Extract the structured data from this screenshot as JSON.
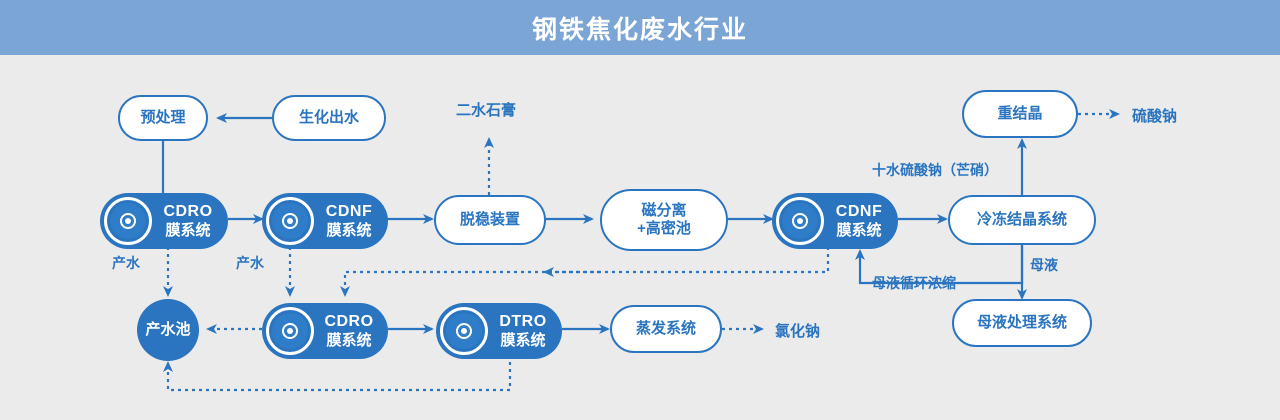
{
  "header": {
    "title": "钢铁焦化废水行业",
    "bg_color": "#7ba5d4",
    "text_color": "#ffffff"
  },
  "theme": {
    "background": "#ebebeb",
    "accent": "#2b75c0",
    "node_fill": "#2b75c0",
    "node_outline_bg": "#ffffff"
  },
  "diagram": {
    "type": "process-flowchart",
    "nodes": [
      {
        "id": "pretreatment",
        "label": "预处理",
        "style": "outline"
      },
      {
        "id": "biochem-effluent",
        "label": "生化出水",
        "style": "outline"
      },
      {
        "id": "gypsum",
        "label": "二水石膏",
        "style": "output-text"
      },
      {
        "id": "cdro-1",
        "code": "CDRO",
        "sub": "膜系统",
        "style": "membrane"
      },
      {
        "id": "cdnf-1",
        "code": "CDNF",
        "sub": "膜系统",
        "style": "membrane"
      },
      {
        "id": "destab",
        "label": "脱稳装置",
        "style": "outline"
      },
      {
        "id": "magsep",
        "label": "磁分离\n+高密池",
        "line1": "磁分离",
        "line2": "+高密池",
        "style": "outline"
      },
      {
        "id": "cdnf-2",
        "code": "CDNF",
        "sub": "膜系统",
        "style": "membrane"
      },
      {
        "id": "freeze-cryst",
        "label": "冷冻结晶系统",
        "style": "outline"
      },
      {
        "id": "recrystallize",
        "label": "重结晶",
        "style": "outline"
      },
      {
        "id": "sodium-sulfate",
        "label": "硫酸钠",
        "style": "output-text"
      },
      {
        "id": "mother-liquor-sys",
        "label": "母液处理系统",
        "style": "outline"
      },
      {
        "id": "product-water-pool",
        "label": "产水池",
        "style": "circle"
      },
      {
        "id": "cdro-2",
        "code": "CDRO",
        "sub": "膜系统",
        "style": "membrane"
      },
      {
        "id": "dtro-1",
        "code": "DTRO",
        "sub": "膜系统",
        "style": "membrane"
      },
      {
        "id": "evaporation",
        "label": "蒸发系统",
        "style": "outline"
      },
      {
        "id": "sodium-chloride",
        "label": "氯化钠",
        "style": "output-text"
      }
    ],
    "edge_labels": [
      {
        "id": "glauber-salt",
        "text": "十水硫酸钠（芒硝）"
      },
      {
        "id": "mother-liquor",
        "text": "母液"
      },
      {
        "id": "mother-liquor-recycle",
        "text": "母液循环浓缩"
      },
      {
        "id": "product-water-1",
        "text": "产水"
      },
      {
        "id": "product-water-2",
        "text": "产水"
      }
    ],
    "edges": [
      {
        "from": "biochem-effluent",
        "to": "pretreatment",
        "kind": "solid"
      },
      {
        "from": "pretreatment",
        "to": "cdro-1",
        "kind": "solid"
      },
      {
        "from": "cdro-1",
        "to": "cdnf-1",
        "kind": "solid"
      },
      {
        "from": "cdnf-1",
        "to": "destab",
        "kind": "solid"
      },
      {
        "from": "destab",
        "to": "gypsum",
        "kind": "dotted"
      },
      {
        "from": "destab",
        "to": "magsep",
        "kind": "solid"
      },
      {
        "from": "magsep",
        "to": "cdnf-2",
        "kind": "solid"
      },
      {
        "from": "cdnf-2",
        "to": "freeze-cryst",
        "kind": "solid"
      },
      {
        "from": "freeze-cryst",
        "to": "recrystallize",
        "kind": "solid",
        "label": "十水硫酸钠（芒硝）"
      },
      {
        "from": "recrystallize",
        "to": "sodium-sulfate",
        "kind": "dotted"
      },
      {
        "from": "freeze-cryst",
        "to": "mother-liquor-sys",
        "kind": "solid",
        "label": "母液"
      },
      {
        "from": "freeze-cryst",
        "to": "cdnf-2",
        "kind": "solid",
        "label": "母液循环浓缩"
      },
      {
        "from": "cdro-1",
        "to": "product-water-pool",
        "kind": "dotted",
        "label": "产水"
      },
      {
        "from": "cdnf-1",
        "to": "cdro-2",
        "kind": "dotted",
        "label": "产水"
      },
      {
        "from": "cdro-2",
        "to": "product-water-pool",
        "kind": "dotted"
      },
      {
        "from": "cdro-2",
        "to": "dtro-1",
        "kind": "solid"
      },
      {
        "from": "dtro-1",
        "to": "evaporation",
        "kind": "solid"
      },
      {
        "from": "evaporation",
        "to": "sodium-chloride",
        "kind": "dotted"
      },
      {
        "from": "cdnf-2",
        "to": "cdro-2",
        "kind": "dotted"
      },
      {
        "from": "dtro-1",
        "to": "product-water-pool",
        "kind": "dotted"
      }
    ]
  }
}
